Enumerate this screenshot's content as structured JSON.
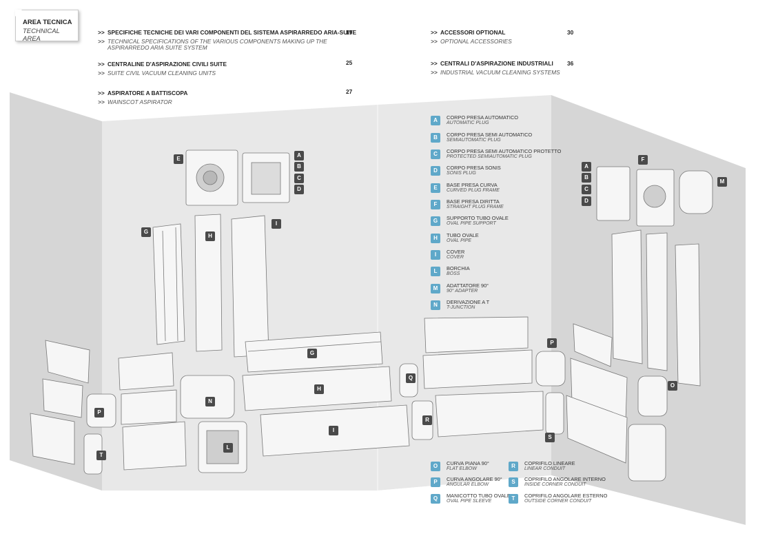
{
  "area_tab": {
    "title_it": "AREA TECNICA",
    "title_en": "TECHNICAL AREA"
  },
  "toc_arrow": ">>",
  "toc": [
    {
      "it": "SPECIFICHE TECNICHE DEI VARI  COMPONENTI DEL SISTEMA ASPIRARREDO ARIA-SUITE",
      "en1": "TECHNICAL SPECIFICATIONS OF THE VARIOUS COMPONENTS MAKING UP THE",
      "en2": "ASPIRARREDO ARIA SUITE SYSTEM",
      "page": "19"
    },
    {
      "it": "CENTRALINE D'ASPIRAZIONE CIVILI SUITE",
      "en1": "SUITE CIVIL VACUUM CLEANING UNITS",
      "en2": "",
      "page": "25"
    },
    {
      "it": "ASPIRATORE A BATTISCOPA",
      "en1": "WAINSCOT ASPIRATOR",
      "en2": "",
      "page": "27"
    },
    {
      "it": "ACCESSORI OPTIONAL",
      "en1": "OPTIONAL ACCESSORIES",
      "en2": "",
      "page": "30"
    },
    {
      "it": "CENTRALI D'ASPIRAZIONE INDUSTRIALI",
      "en1": "INDUSTRIAL VACUUM CLEANING SYSTEMS",
      "en2": "",
      "page": "36"
    }
  ],
  "legend": [
    {
      "key": "A",
      "it": "CORPO  PRESA AUTOMATICO",
      "en": "AUTOMATIC PLUG"
    },
    {
      "key": "B",
      "it": "CORPO PRESA SEMI AUTOMATICO",
      "en": "SEMIAUTOMATIC PLUG"
    },
    {
      "key": "C",
      "it": "CORPO PRESA SEMI AUTOMATICO PROTETTO",
      "en": "PROTECTED SEMIAUTOMATIC PLUG"
    },
    {
      "key": "D",
      "it": "CORPO PRESA SONIS",
      "en": "SONIS PLUG"
    },
    {
      "key": "E",
      "it": "BASE PRESA CURVA",
      "en": "CURVED PLUG FRAME"
    },
    {
      "key": "F",
      "it": "BASE PRESA DIRITTA",
      "en": "STRAIGHT PLUG FRAME"
    },
    {
      "key": "G",
      "it": "SUPPORTO TUBO OVALE",
      "en": "OVAL PIPE SUPPORT"
    },
    {
      "key": "H",
      "it": "TUBO OVALE",
      "en": "OVAL PIPE"
    },
    {
      "key": "I",
      "it": "COVER",
      "en": "COVER"
    },
    {
      "key": "L",
      "it": "BORCHIA",
      "en": "BOSS"
    },
    {
      "key": "M",
      "it": "ADATTATORE 90°",
      "en": "90° ADAPTER"
    },
    {
      "key": "N",
      "it": "DERIVAZIONE A T",
      "en": "T-JUNCTION"
    }
  ],
  "legend2": [
    {
      "key": "O",
      "it": "CURVA PIANA 90°",
      "en": "FLAT ELBOW"
    },
    {
      "key": "P",
      "it": "CURVA ANGOLARE 90°",
      "en": " ANGULAR ELBOW"
    },
    {
      "key": "Q",
      "it": "MANICOTTO TUBO OVALE",
      "en": "OVAL PIPE SLEEVE"
    },
    {
      "key": "R",
      "it": "COPRIFILO LINEARE",
      "en": "LINEAR CONDUIT"
    },
    {
      "key": "S",
      "it": "COPRIFILO ANGOLARE INTERNO",
      "en": "INSIDE CORNER CONDUIT"
    },
    {
      "key": "T",
      "it": "COPRIFILO ANGOLARE ESTERNO",
      "en": "OUTSIDE CORNER CONDUIT"
    }
  ],
  "markers": {
    "E": "E",
    "A": "A",
    "B": "B",
    "C": "C",
    "D": "D",
    "G": "G",
    "H": "H",
    "I": "I",
    "N": "N",
    "P": "P",
    "T": "T",
    "L": "L",
    "Q": "Q",
    "R": "R",
    "S": "S",
    "O": "O",
    "M": "M",
    "F": "F"
  },
  "colors": {
    "legend_badge": "#5fa8c9",
    "marker": "#4a4a4a",
    "wall": "#e6e6e6",
    "wall_side": "#d9d9d9"
  }
}
